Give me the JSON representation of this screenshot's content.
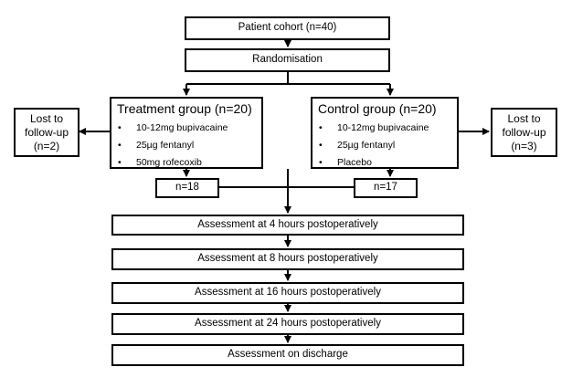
{
  "cohort": "Patient cohort (n=40)",
  "randomisation": "Randomisation",
  "treatment": {
    "title": "Treatment group (n=20)",
    "items": [
      "10-12mg bupivacaine",
      "25µg fentanyl",
      "50mg rofecoxib"
    ],
    "count": "n=18"
  },
  "control": {
    "title": "Control group (n=20)",
    "items": [
      "10-12mg bupivacaine",
      "25µg fentanyl",
      "Placebo"
    ],
    "count": "n=17"
  },
  "lost_left": {
    "line1": "Lost to",
    "line2": "follow-up",
    "line3": "(n=2)"
  },
  "lost_right": {
    "line1": "Lost to",
    "line2": "follow-up",
    "line3": "(n=3)"
  },
  "assessments": [
    "Assessment at 4 hours postoperatively",
    "Assessment at 8 hours postoperatively",
    "Assessment at 16 hours postoperatively",
    "Assessment at 24 hours postoperatively",
    "Assessment on discharge"
  ],
  "bullet": "•"
}
